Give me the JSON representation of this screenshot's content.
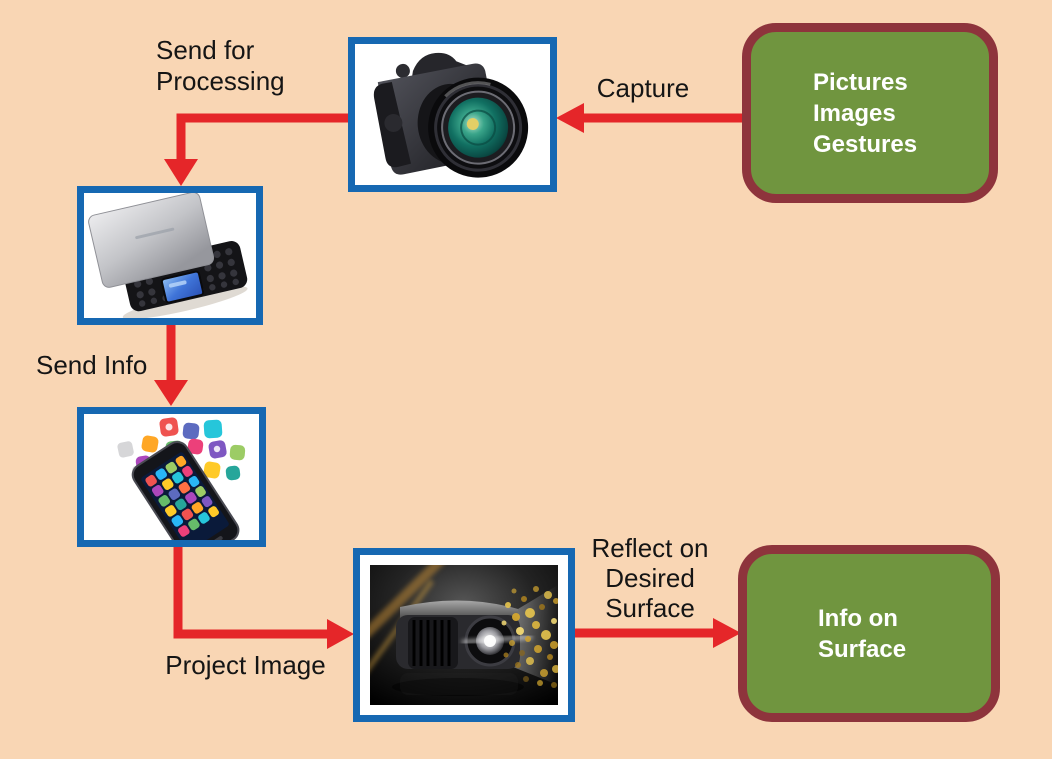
{
  "diagram": {
    "type": "flowchart",
    "background_color": "#f9d6b4",
    "colors": {
      "photo_box_border_blue": "#1668b2",
      "arrow_red": "#e52629",
      "terminal_border_maroon": "#8e343c",
      "terminal_fill_green": "#70953f",
      "terminal_text_white": "#ffffff",
      "label_text_black": "#151515"
    },
    "flow_labels": {
      "capture": "Capture",
      "send_for_processing": "Send for Processing",
      "send_info": "Send Info",
      "project_image": "Project Image",
      "reflect_on_desired_surface": "Reflect on Desired Surface"
    },
    "terminals": {
      "input_label": "Pictures\nImages\nGestures",
      "output_label": "Info on\nSurface"
    },
    "nodes": {
      "camera": "dslr-camera-photo",
      "processor": "processing-device-photo",
      "smartphone": "smartphone-apps-photo",
      "projector": "projector-photo"
    }
  }
}
